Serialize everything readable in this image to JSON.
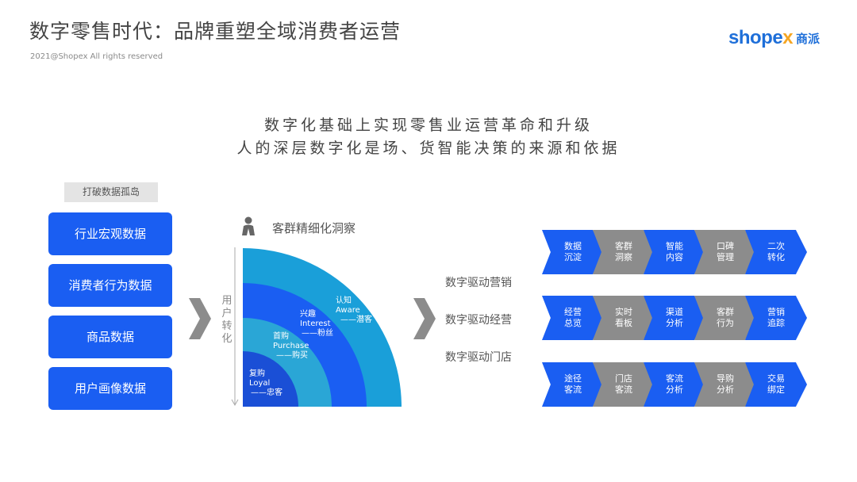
{
  "header": {
    "title": "数字零售时代：品牌重塑全域消费者运营",
    "copyright": "2021@Shopex All rights reserved",
    "logo": {
      "word_main": "shope",
      "word_x": "x",
      "cn": "商派"
    }
  },
  "headline": {
    "line1": "数字化基础上实现零售业运营革命和升级",
    "line2": "人的深层数字化是场、货智能决策的来源和依据"
  },
  "silos": {
    "tag": "打破数据孤岛",
    "items": [
      "行业宏观数据",
      "消费者行为数据",
      "商品数据",
      "用户画像数据"
    ]
  },
  "insight": {
    "title": "客群精细化洞察",
    "axis_label": "用户转化",
    "layers": [
      {
        "cn": "认知",
        "en": "Aware",
        "note": "——潜客"
      },
      {
        "cn": "兴趣",
        "en": "Interest",
        "note": "——粉丝"
      },
      {
        "cn": "首购",
        "en": "Purchase",
        "note": "——购买"
      },
      {
        "cn": "复购",
        "en": "Loyal",
        "note": "——忠客"
      }
    ]
  },
  "drivers": {
    "labels": [
      "数字驱动营销",
      "数字驱动经营",
      "数字驱动门店"
    ],
    "rows": [
      [
        {
          "line1": "数据",
          "line2": "沉淀",
          "color": "blue"
        },
        {
          "line1": "客群",
          "line2": "洞察",
          "color": "gray"
        },
        {
          "line1": "智能",
          "line2": "内容",
          "color": "blue"
        },
        {
          "line1": "口碑",
          "line2": "管理",
          "color": "gray"
        },
        {
          "line1": "二次",
          "line2": "转化",
          "color": "blue"
        }
      ],
      [
        {
          "line1": "经营",
          "line2": "总览",
          "color": "blue"
        },
        {
          "line1": "实时",
          "line2": "看板",
          "color": "gray"
        },
        {
          "line1": "渠道",
          "line2": "分析",
          "color": "blue"
        },
        {
          "line1": "客群",
          "line2": "行为",
          "color": "gray"
        },
        {
          "line1": "营销",
          "line2": "追踪",
          "color": "blue"
        }
      ],
      [
        {
          "line1": "途径",
          "line2": "客流",
          "color": "blue"
        },
        {
          "line1": "门店",
          "line2": "客流",
          "color": "gray"
        },
        {
          "line1": "客流",
          "line2": "分析",
          "color": "blue"
        },
        {
          "line1": "导购",
          "line2": "分析",
          "color": "gray"
        },
        {
          "line1": "交易",
          "line2": "绑定",
          "color": "blue"
        }
      ]
    ]
  },
  "colors": {
    "primary_blue": "#1a5ef2",
    "fan_outer": "#1a9fd9",
    "fan_mid": "#1a5ef2",
    "fan_inner": "#2aa6d6",
    "fan_core": "#1a4fd6",
    "chevron_gray": "#8c8c8c"
  }
}
